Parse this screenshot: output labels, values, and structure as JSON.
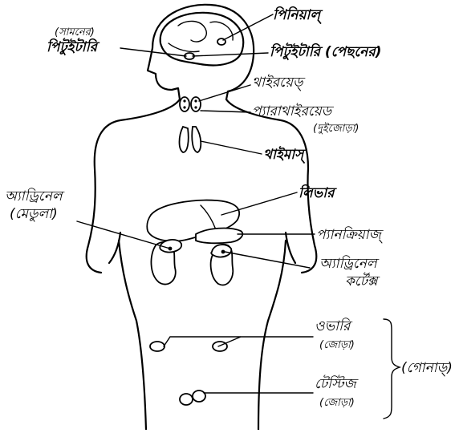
{
  "labels": {
    "pineal": "পিনিয়াল্",
    "pituitary_front_line1": "(সামনের)",
    "pituitary_front_line2": "পিটুইটারি",
    "pituitary_back": "পিটুইটারি (পেছনের)",
    "thyroid": "থাইরয়েড্",
    "parathyroid": "প্যারাথাইরয়েড",
    "parathyroid_sub": "(দুইজোড়া)",
    "thymus": "থাইমাস্",
    "adrenal_medulla_line1": "অ্যাড্রিনেল",
    "adrenal_medulla_line2": "(মেডুলা)",
    "liver": "লিভার",
    "pancreas": "প্যানক্রিয়াজ্",
    "adrenal_cortex_line1": "অ্যাড্রিনেল",
    "adrenal_cortex_line2": "কর্টেক্স",
    "ovary": "ওভারি",
    "ovary_sub": "(জোড়া)",
    "gonad": "(গোনাড্)",
    "testes": "টেস্টিজ",
    "testes_sub": "(জোড়া)"
  }
}
